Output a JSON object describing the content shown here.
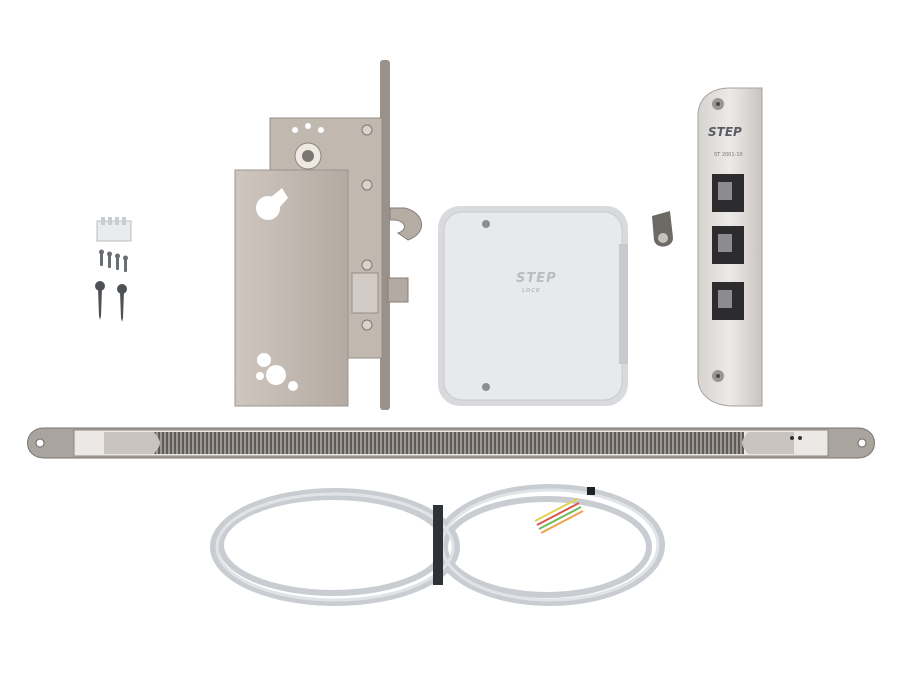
{
  "brand": {
    "logo_top": "STEP",
    "logo_sub": "LOCK",
    "plate_code": "ST 2001-10"
  },
  "colors": {
    "background": "#ffffff",
    "steel": "#c4bbb3",
    "steel_dark": "#8d857e",
    "cover": "#e6e7e9",
    "cable": "#cfd3d8"
  },
  "components": [
    "connector-block",
    "mounting-screws",
    "mortise-lock-body",
    "control-box",
    "cable-clip",
    "strike-plate",
    "cable-transfer-loop",
    "cable-coil"
  ]
}
